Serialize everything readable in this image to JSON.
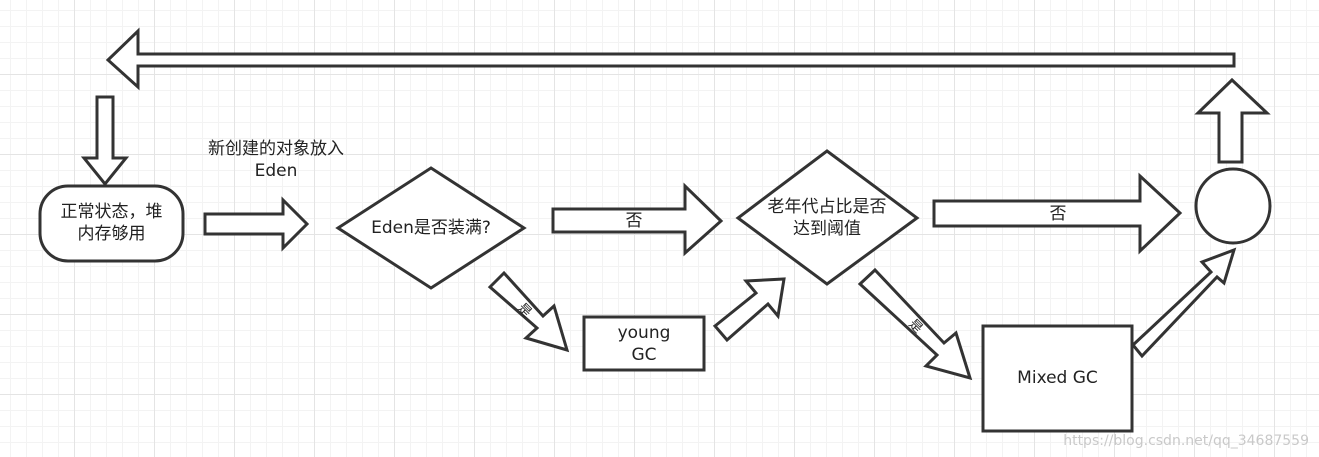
{
  "nodes": {
    "start": "正常状态，堆\n内存够用",
    "new_object_label": "新创建的对象放入\nEden",
    "eden_check": "Eden是否装满?",
    "young_gc": "young\nGC",
    "old_gen_check": "老年代占比是否\n达到阈值",
    "mixed_gc": "Mixed GC"
  },
  "edges": {
    "eden_no": "否",
    "eden_yes": "是",
    "old_no": "否",
    "old_yes": "是"
  },
  "watermark": "https://blog.csdn.net/qq_34687559"
}
